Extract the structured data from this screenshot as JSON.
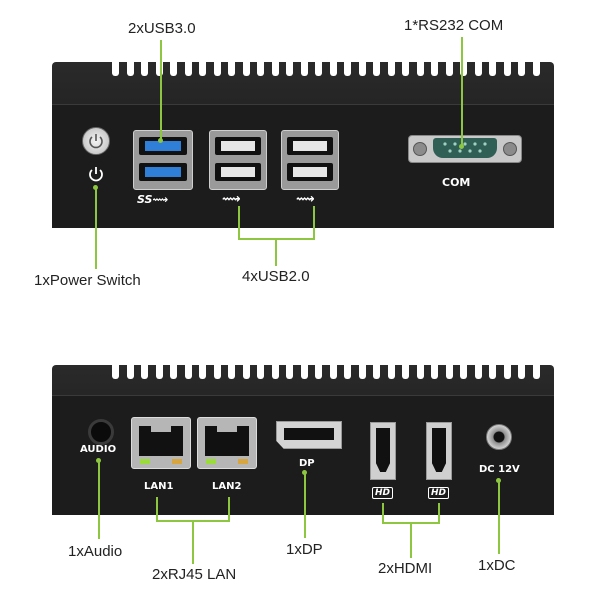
{
  "callouts": {
    "usb3": "2xUSB3.0",
    "com": "1*RS232 COM",
    "power": "1xPower Switch",
    "usb2": "4xUSB2.0",
    "audio": "1xAudio",
    "lan": "2xRJ45 LAN",
    "dp": "1xDP",
    "hdmi": "2xHDMI",
    "dc": "1xDC"
  },
  "panel_labels": {
    "com": "COM",
    "audio": "AUDIO",
    "lan1": "LAN1",
    "lan2": "LAN2",
    "dp": "DP",
    "dc": "DC 12V",
    "hd1": "HD",
    "hd2": "HD",
    "ss": "SS"
  },
  "colors": {
    "leader": "#8dc63f",
    "usb3_blue": "#2f7fd8",
    "serial_port": "#2f5f55",
    "lan_led": "#9bdc3c"
  }
}
